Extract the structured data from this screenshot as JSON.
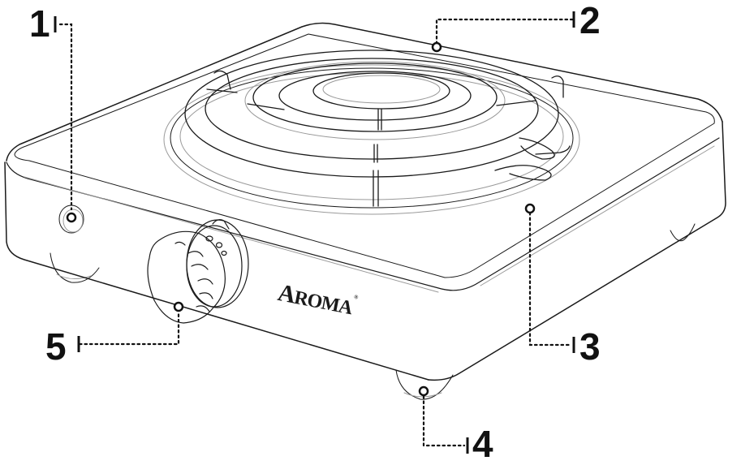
{
  "diagram": {
    "subject": "Single burner electric hot plate",
    "brand": {
      "first": "A",
      "rest": "ROMA",
      "mark": "®"
    },
    "callouts": [
      {
        "id": "1",
        "label": "1",
        "target": "indicator-light"
      },
      {
        "id": "2",
        "label": "2",
        "target": "housing-top"
      },
      {
        "id": "3",
        "label": "3",
        "target": "heating-coil-drip-pan"
      },
      {
        "id": "4",
        "label": "4",
        "target": "non-slip-foot"
      },
      {
        "id": "5",
        "label": "5",
        "target": "temperature-control-knob"
      }
    ],
    "colors": {
      "line": "#1a1a1a",
      "thin_line": "#9a9a9a",
      "background": "#ffffff"
    }
  }
}
